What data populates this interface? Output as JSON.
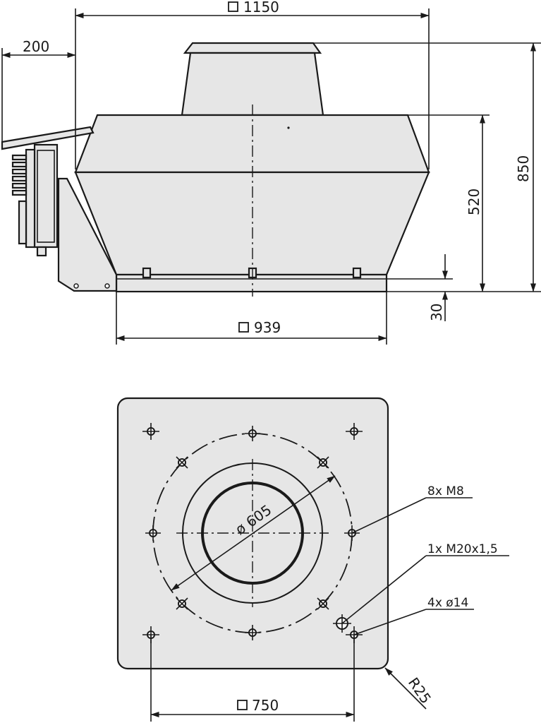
{
  "colors": {
    "body_fill": "#e6e6e6",
    "line": "#1a1a1a",
    "background": "#ffffff"
  },
  "side_view": {
    "dim_overall_width": "1150",
    "dim_overhang": "200",
    "dim_total_height": "850",
    "dim_housing_height": "520",
    "dim_base_thickness": "30",
    "dim_base_width": "939"
  },
  "top_view": {
    "dim_pcd": "ø 605",
    "dim_hole_spacing": "750",
    "dim_corner_radius": "R25",
    "callout_threads": "8x M8",
    "callout_cable_gland": "1x M20x1,5",
    "callout_fixing_holes": "4x ø14"
  }
}
